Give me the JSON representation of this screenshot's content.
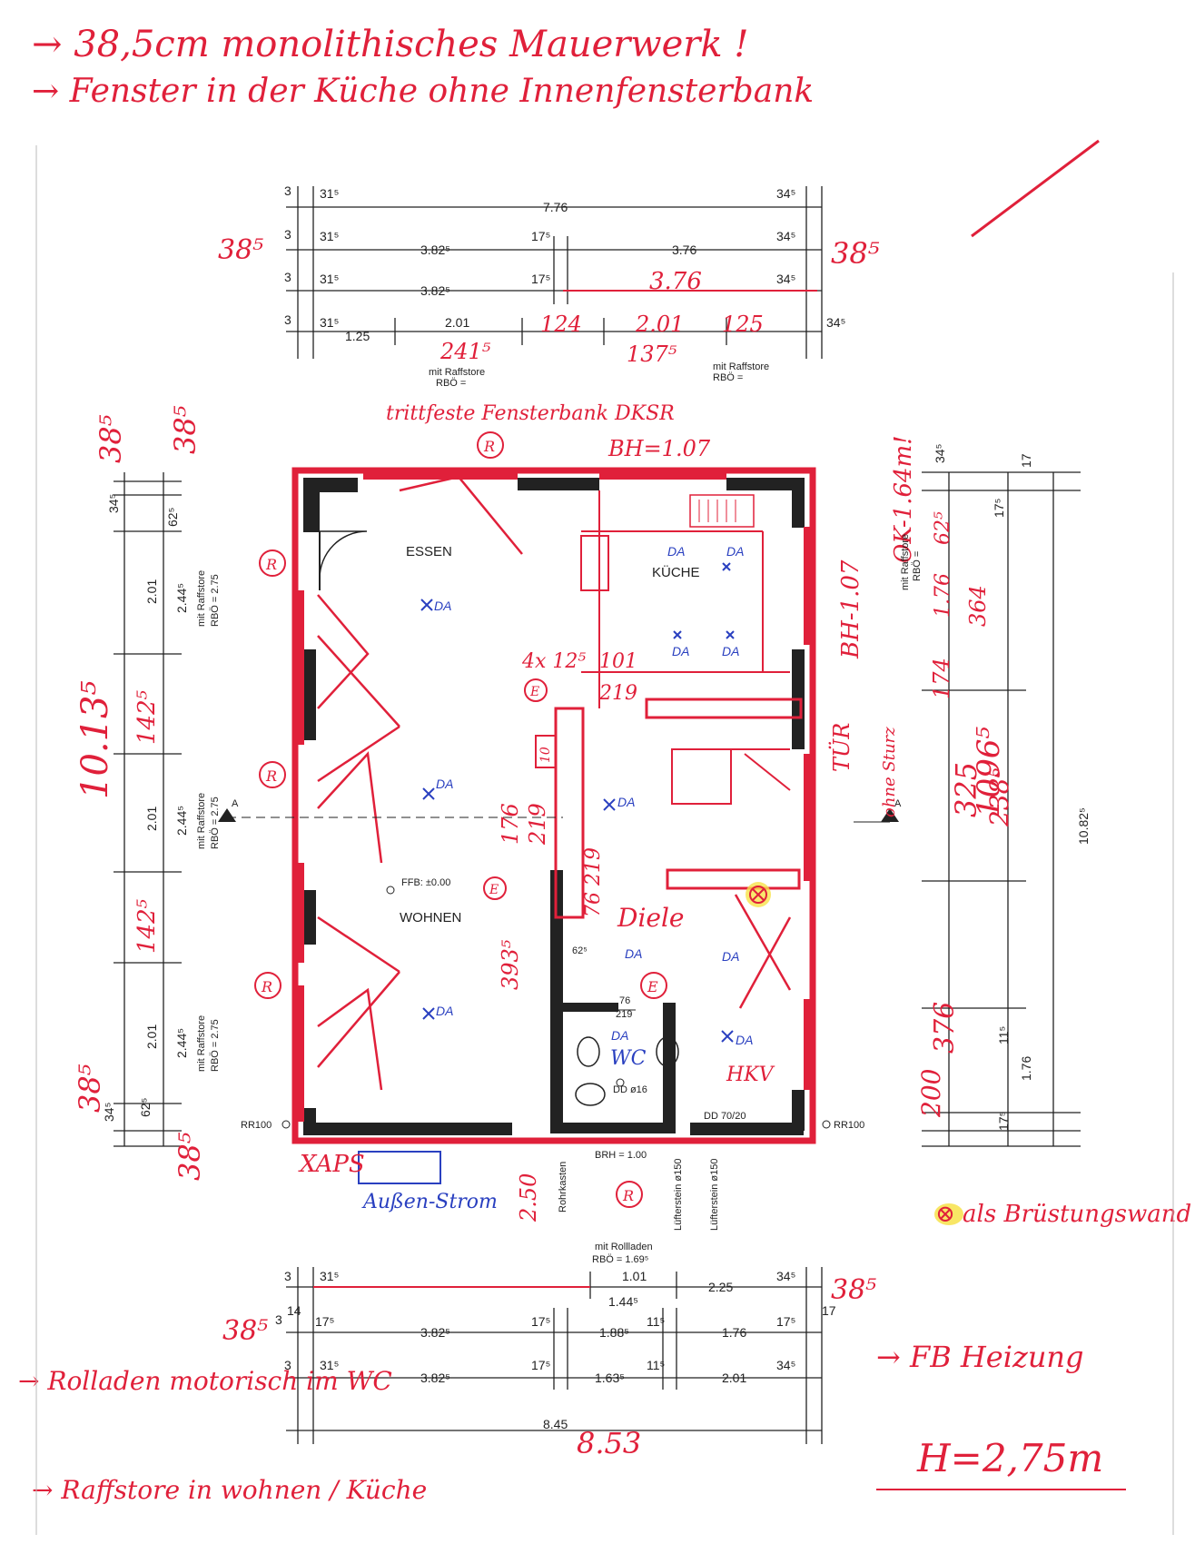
{
  "notes_top": [
    "→ 38,5cm monolithisches Mauerwerk !",
    "→ Fenster in der Küche ohne Innenfensterbank"
  ],
  "notes_right": {
    "bruestung": "⊗ als Brüstungswand mit-laufend",
    "heizung": "→ FB Heizung",
    "hoehe": "H=2,75m"
  },
  "notes_bottom": [
    "→ Rolladen motorisch im WC",
    "→ Raffstore in wohnen / Küche"
  ],
  "top_dims": {
    "row1": [
      "3",
      "31⁵",
      "7.76",
      "34⁵"
    ],
    "row2": [
      "3",
      "31⁵",
      "3.82⁵",
      "17⁵",
      "3.76",
      "34⁵"
    ],
    "row3": [
      "3",
      "31⁵",
      "3.82⁵",
      "17⁵",
      "3.76",
      "34⁵"
    ],
    "row4": [
      "3",
      "31⁵",
      "1.25",
      "2.01",
      "1.24",
      "2.01",
      "1.25",
      "34⁵"
    ],
    "red_38_left": "38⁵",
    "red_38_right": "38⁵",
    "red_376": "3.76",
    "red_241": "241⁵",
    "red_124": "124",
    "red_201": "2.01",
    "red_137": "137⁵",
    "red_125": "125"
  },
  "raffstore_top_left": [
    "mit Raffstore",
    "RBÖ ="
  ],
  "raffstore_top_right": [
    "mit Raffstore",
    "RBÖ ="
  ],
  "kitchen_window_note": "trittfeste Fensterbank DKSR",
  "kitchen_bh": "BH=1.07",
  "rooms": {
    "essen": "ESSEN",
    "kueche": "KÜCHE",
    "wohnen": "WOHNEN",
    "diele": "Diele",
    "ffb": "FFB: ±0.00",
    "hkv": "HKV",
    "wc": "WC",
    "dd16": "DD ø16",
    "dd70": "DD 70/20",
    "rr100_left": "RR100",
    "rr100_right": "RR100",
    "door_76": "76",
    "door_219": "219",
    "door_62": "62⁵",
    "label_da": "DA"
  },
  "left_dims": {
    "total": "10.13⁵",
    "red_38_top": "38⁵",
    "red_38_bot": "38⁵",
    "top_345": "34⁵",
    "top_625": "62⁵",
    "seg1": "2.01",
    "seg1b": "2.44⁵",
    "seg2": "2.01",
    "seg2b": "2.44⁵",
    "seg3": "2.01",
    "seg3b": "2.44⁵",
    "red_142_a": "142⁵",
    "red_142_b": "142⁵",
    "raffstore": "mit Raffstore",
    "rbo": "RBÖ = 2.75",
    "bot_345": "34⁵",
    "bot_625": "62⁵"
  },
  "right_dims": {
    "total": "10.82⁵",
    "red_total": "1096⁵",
    "ok": "OK-1.64m!",
    "bh107": "BH-1.07",
    "red_625": "62⁵",
    "red_176": "1.76",
    "red_364": "364",
    "red_325": "325",
    "red_238": "238⁵",
    "red_376": "376",
    "red_200": "200",
    "red_174": "174",
    "tuer": "TÜR",
    "ohne": "ohne Sturz",
    "d345": "34⁵",
    "d175a": "17⁵",
    "d175b": "17⁵",
    "d115": "11⁵",
    "d176": "1.76",
    "d17": "17",
    "raffstore": "mit Raffstore",
    "rbo": "RBÖ ="
  },
  "bottom_dims": {
    "rollladen": "mit Rollladen",
    "rbo": "RBÖ = 1.69⁵",
    "row1": [
      "3",
      "31⁵",
      "1.01",
      "2.25",
      "34⁵"
    ],
    "row1b": "1.44⁵",
    "row2": [
      "3",
      "14",
      "17⁵",
      "3.82⁵",
      "17⁵",
      "1.88⁵",
      "11⁵",
      "1.76",
      "17⁵",
      "17"
    ],
    "row3": [
      "3",
      "31⁵",
      "3.82⁵",
      "17⁵",
      "1.63⁵",
      "11⁵",
      "2.01",
      "34⁵"
    ],
    "total": "8.45",
    "red_total": "8.53",
    "red_38_left": "38⁵",
    "red_38_right": "38⁵",
    "brh": "BRH = 1.00",
    "rohrkasten": "Rohrkasten",
    "luefter1": "Lüfterstein ø150",
    "luefter2": "Lüfterstein ø150",
    "aussenstrom": "Außen-Strom",
    "red_250": "2.50"
  },
  "colors": {
    "red": "#e0203a",
    "blue": "#2a40c0",
    "wall": "#222222",
    "yellow": "#f7e24a"
  }
}
